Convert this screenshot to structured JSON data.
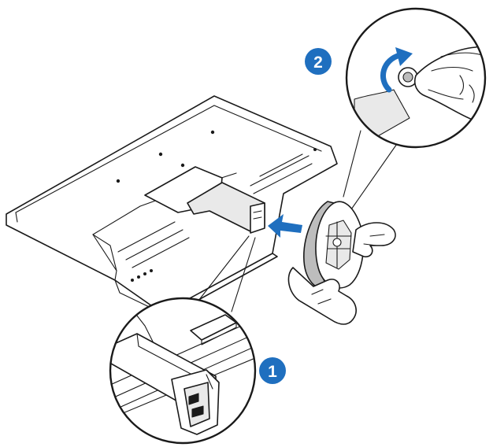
{
  "colors": {
    "accent": "#1f6fbf",
    "line": "#1a1a1a",
    "background": "#ffffff"
  },
  "steps": [
    {
      "label": "1",
      "target": "stand-neck-detail"
    },
    {
      "label": "2",
      "target": "base-screw-detail"
    }
  ],
  "icons": {
    "direction_arrow": "arrow-left-icon",
    "rotation_arrow": "rotate-clockwise-icon"
  }
}
